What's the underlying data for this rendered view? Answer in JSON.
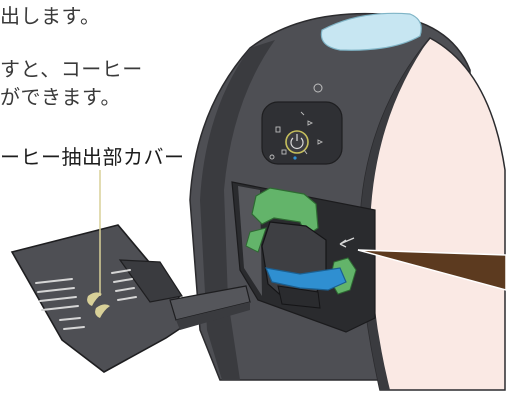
{
  "description_text": {
    "line1": "出します。",
    "line2": "すと、コーヒー",
    "line3": "ができます。"
  },
  "callout_label": "ーヒー抽出部カバー",
  "colors": {
    "body": "#4e4f54",
    "body_dark": "#3a3b3f",
    "front_panel": "#fae9e4",
    "top_window": "#c7e6f2",
    "green_part": "#63b46a",
    "blue_part": "#2f8fd1",
    "arrow": "#5c3a1f"
  },
  "icons": {
    "control_panel": "power-button-icon",
    "cover_logo": "coffee-bean-logo-icon"
  }
}
